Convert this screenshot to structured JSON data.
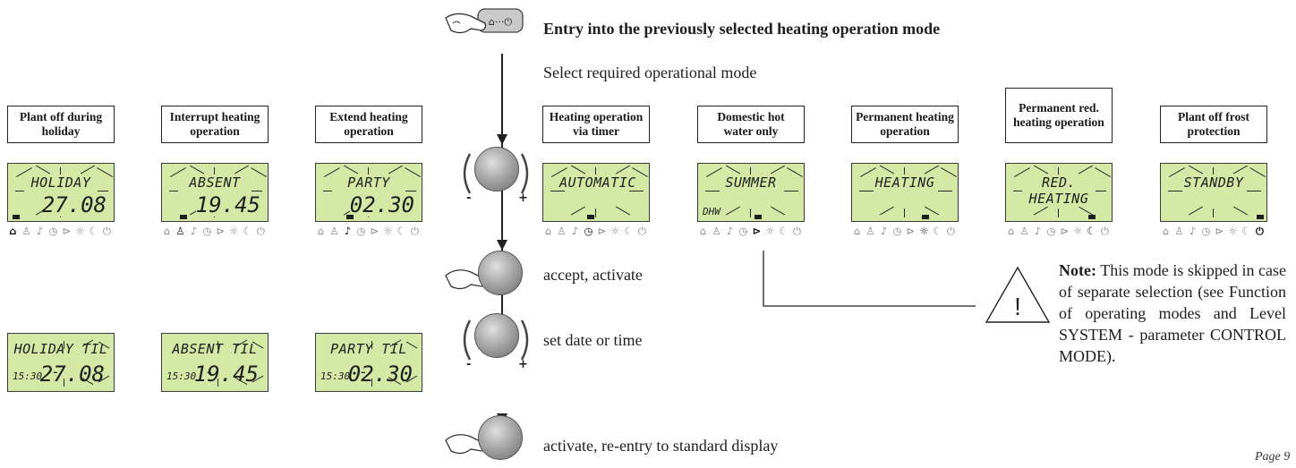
{
  "header": {
    "title": "Entry into the previously selected heating operation mode",
    "subtitle": "Select required operational mode"
  },
  "steps": {
    "accept": "accept, activate",
    "set": "set date or time",
    "activate": "activate, re-entry to standard display"
  },
  "modes": [
    {
      "label": "Plant off during holiday",
      "line1": "HOLIDAY TIL",
      "value": "27.08",
      "small": "",
      "active_icon": 0
    },
    {
      "label": "Interrupt heating operation",
      "line1": "ABSENT TIL",
      "value": "19.45",
      "small": "",
      "active_icon": 1
    },
    {
      "label": "Extend heating operation",
      "line1": "PARTY TIL",
      "value": "02.30",
      "small": "",
      "active_icon": 2
    },
    {
      "label": "Heating operation via timer",
      "line1": "AUTOMATIC",
      "value": "",
      "small": "",
      "active_icon": 3
    },
    {
      "label": "Domestic hot water only",
      "line1": "SUMMER",
      "value": "",
      "small": "DHW",
      "active_icon": 4
    },
    {
      "label": "Permanent heating operation",
      "line1": "HEATING",
      "value": "",
      "small": "",
      "active_icon": 5
    },
    {
      "label": "Permanent red. heating operation",
      "line1": "RED. HEATING",
      "value": "",
      "small": "",
      "active_icon": 6
    },
    {
      "label": "Plant off frost protection",
      "line1": "STANDBY",
      "value": "",
      "small": "",
      "active_icon": 7
    }
  ],
  "set_displays": [
    {
      "line1": "HOLIDAY TIL",
      "time": "15:30",
      "value": "27.08"
    },
    {
      "line1": "ABSENT TIL",
      "time": "15:30",
      "value": "19.45"
    },
    {
      "line1": "PARTY TIL",
      "time": "15:30",
      "value": "02.30"
    }
  ],
  "icons": [
    "suitcase-icon",
    "person-icon",
    "party-glass-icon",
    "clock-icon",
    "tap-icon",
    "sun-icon",
    "moon-icon",
    "power-icon"
  ],
  "icon_glyphs": [
    "⌂",
    "♙",
    "♪",
    "◷",
    "⊳",
    "☼",
    "☾",
    "⏻"
  ],
  "knob_signs": {
    "minus": "-",
    "plus": "+"
  },
  "note": {
    "bold": "Note:",
    "text": " This mode is skipped in case of separate selection (see Function of operating modes and Level SYSTEM - parameter CONTROL MODE)."
  },
  "warning_symbol": "!",
  "page": "Page 9"
}
